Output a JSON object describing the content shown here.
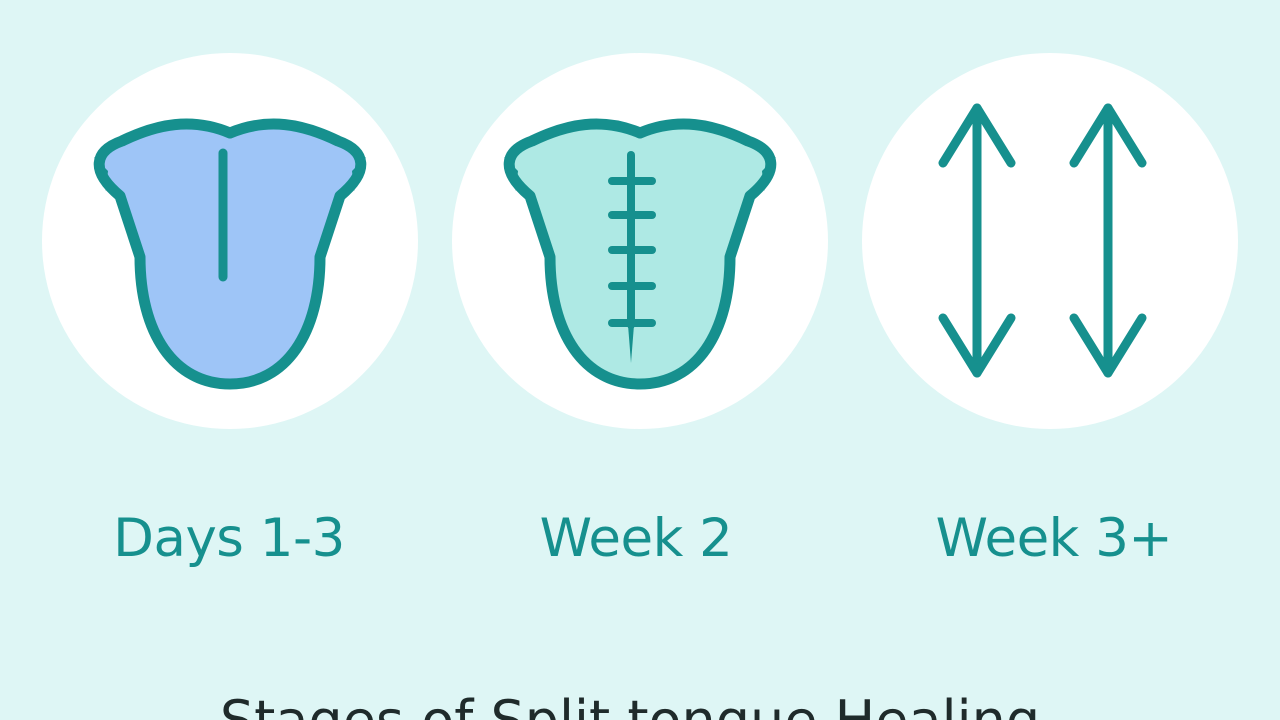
{
  "stages": [
    {
      "label": "Days 1-3",
      "icon": "split-tongue-icon",
      "fill_color": "#9ec5f7"
    },
    {
      "label": "Week 2",
      "icon": "stitched-tongue-icon",
      "fill_color": "#aee9e4"
    },
    {
      "label": "Week 3+",
      "icon": "double-arrows-icon"
    }
  ],
  "title": "Stages of Split tongue Healing",
  "colors": {
    "background": "#def6f5",
    "circle": "#ffffff",
    "outline": "#16908e",
    "label_text": "#16908e",
    "title_text": "#1f2b2b"
  }
}
